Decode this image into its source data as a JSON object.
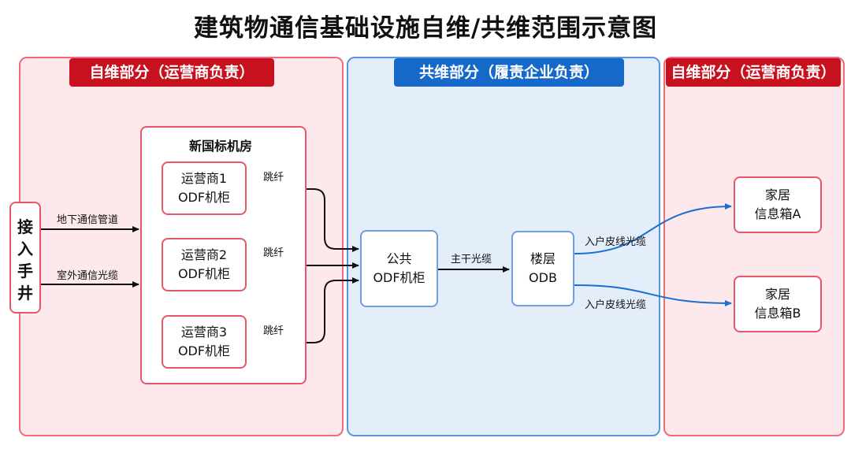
{
  "title": "建筑物通信基础设施自维/共维范围示意图",
  "panels": {
    "left": {
      "banner": "自维部分（运营商负责）"
    },
    "middle": {
      "banner": "共维部分（履责企业负责）"
    },
    "right": {
      "banner": "自维部分（运营商负责）"
    }
  },
  "access_well": {
    "chars": [
      "接",
      "入",
      "手",
      "井"
    ]
  },
  "inputs": {
    "underground": "地下通信管道",
    "outdoor": "室外通信光缆"
  },
  "room": {
    "title": "新国标机房",
    "cabinets": [
      {
        "line1": "运营商1",
        "line2": "ODF机柜",
        "jumper": "跳纤"
      },
      {
        "line1": "运营商2",
        "line2": "ODF机柜",
        "jumper": "跳纤"
      },
      {
        "line1": "运营商3",
        "line2": "ODF机柜",
        "jumper": "跳纤"
      }
    ]
  },
  "public_odf": {
    "line1": "公共",
    "line2": "ODF机柜"
  },
  "trunk_label": "主干光缆",
  "floor_odb": {
    "line1": "楼层",
    "line2": "ODB"
  },
  "drop_cable_labels": [
    "入户皮线光缆",
    "入户皮线光缆"
  ],
  "home_boxes": [
    {
      "line1": "家居",
      "line2": "信息箱A"
    },
    {
      "line1": "家居",
      "line2": "信息箱B"
    }
  ],
  "colors": {
    "red_border": "#ef6a7c",
    "red_fill": "#fde9ec",
    "red_banner": "#c8111e",
    "blue_border": "#5b93de",
    "blue_fill": "#e4eefb",
    "blue_banner": "#1769c9",
    "blue_arrow": "#1a6fd1"
  },
  "icons": [
    "arrow-right-icon"
  ]
}
